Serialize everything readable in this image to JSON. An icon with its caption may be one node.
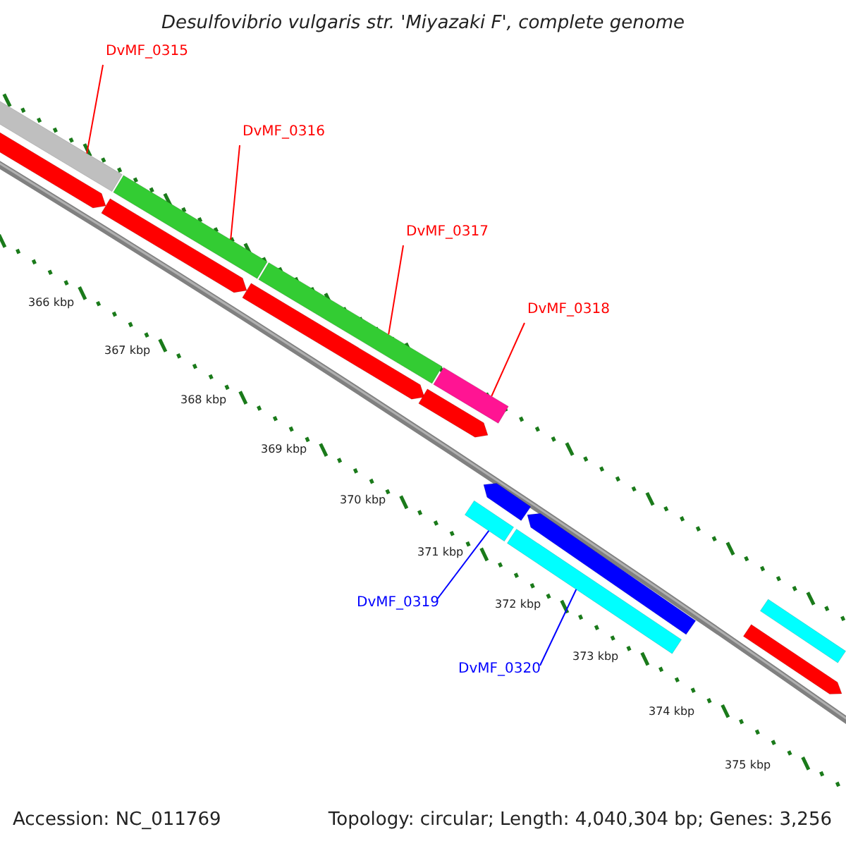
{
  "diagram": {
    "title": "Desulfovibrio vulgaris str. 'Miyazaki F', complete genome",
    "nodes": [
      {
        "text": [
          "DvMF_0315"
        ]
      },
      {
        "text": [],
        "shape": "bar"
      },
      {
        "text": [
          "DvMF_0316"
        ]
      },
      {
        "text": [],
        "shape": "bar"
      },
      {
        "text": [
          "DvMF_0317"
        ]
      },
      {
        "text": [],
        "shape": "bar"
      },
      {
        "text": [
          "DvMF_0318"
        ]
      },
      {
        "text": [],
        "shape": "bar"
      },
      {
        "text": [
          "DvMF_0319"
        ]
      },
      {
        "text": [],
        "shape": "bar"
      },
      {
        "text": [
          "DvMF_0320"
        ]
      },
      {
        "text": [],
        "shape": "bar"
      },
      {
        "text": [],
        "shape": "bar"
      },
      {
        "text": [],
        "shape": "bar"
      },
      {
        "text": [],
        "shape": "bar"
      },
      {
        "text": [],
        "shape": "bar"
      },
      {
        "text": [],
        "shape": "bar"
      },
      {
        "text": [],
        "shape": "bar"
      },
      {
        "text": [],
        "shape": "bar"
      },
      {
        "text": [],
        "shape": "bar"
      }
    ],
    "edges": [
      {
        "from": 0,
        "to": 1,
        "arrow": "none"
      },
      {
        "from": 2,
        "to": 3,
        "arrow": "none"
      },
      {
        "from": 4,
        "to": 5,
        "arrow": "none"
      },
      {
        "from": 6,
        "to": 7,
        "arrow": "none"
      },
      {
        "from": 8,
        "to": 9,
        "arrow": "none",
        "color": "#0000ff"
      },
      {
        "from": 10,
        "to": 11,
        "arrow": "none",
        "color": "#0000ff"
      }
    ],
    "labels": [
      "366 kbp",
      "367 kbp",
      "368 kbp",
      "369 kbp",
      "370 kbp",
      "371 kbp",
      "372 kbp",
      "373 kbp",
      "374 kbp",
      "375 kbp",
      "Accession: NC_011769",
      "Topology: circular; Length: 4,040,304 bp; Genes: 3,256"
    ]
  }
}
